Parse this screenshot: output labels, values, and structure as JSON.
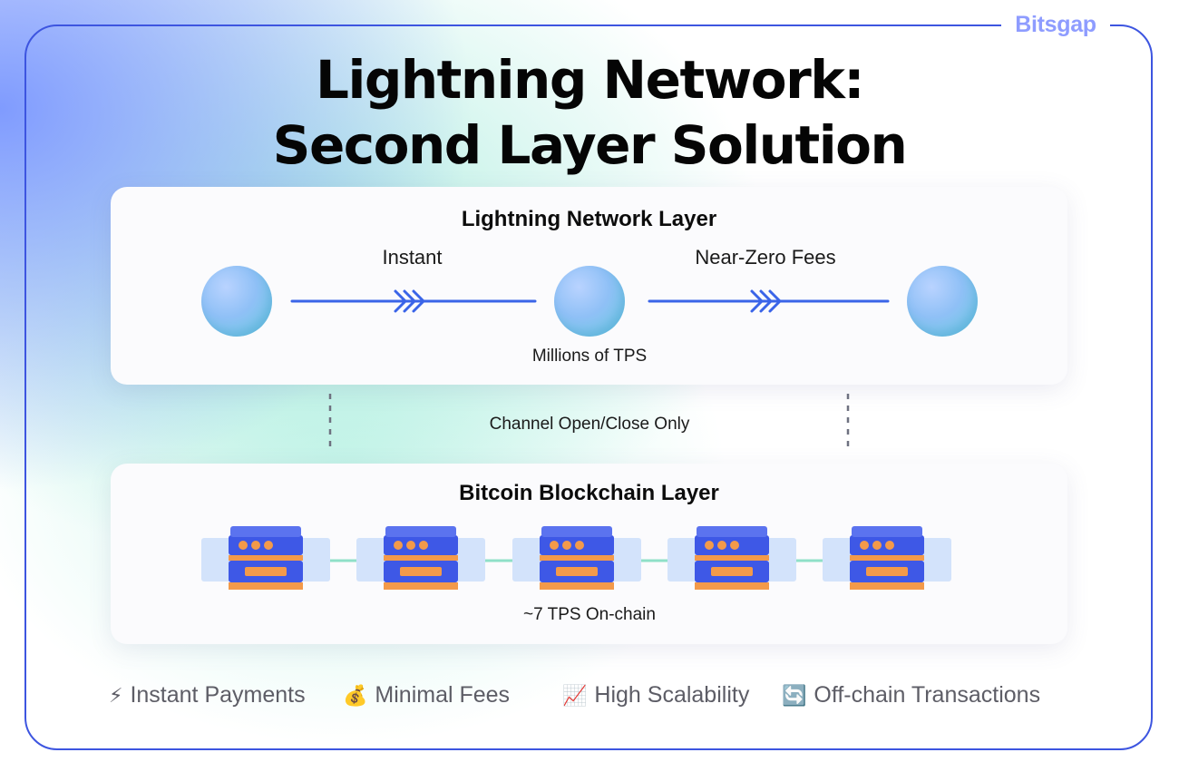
{
  "brand": {
    "logo_text": "Bitsgap"
  },
  "title": {
    "line1": "Lightning Network:",
    "line2": "Second Layer Solution"
  },
  "lightning_layer": {
    "title": "Lightning Network Layer",
    "label_left": "Instant",
    "label_right": "Near-Zero Fees",
    "label_bottom": "Millions of TPS"
  },
  "connector": {
    "label": "Channel Open/Close Only"
  },
  "bitcoin_layer": {
    "title": "Bitcoin Blockchain Layer",
    "label_bottom": "~7 TPS On-chain"
  },
  "benefits": [
    {
      "icon": "lightning-icon",
      "glyph": "⚡",
      "label": "Instant Payments"
    },
    {
      "icon": "money-bag-icon",
      "glyph": "💰",
      "label": "Minimal Fees"
    },
    {
      "icon": "chart-up-icon",
      "glyph": "📈",
      "label": "High Scalability"
    },
    {
      "icon": "cycle-icon",
      "glyph": "🔄",
      "label": "Off-chain Transactions"
    }
  ],
  "colors": {
    "frame": "#3d55e0",
    "arrow": "#3a64e8",
    "server_blue": "#3e58e6",
    "server_orange": "#f39a4a",
    "chain_link": "#8fe0c8",
    "brand": "#8e9cff"
  }
}
